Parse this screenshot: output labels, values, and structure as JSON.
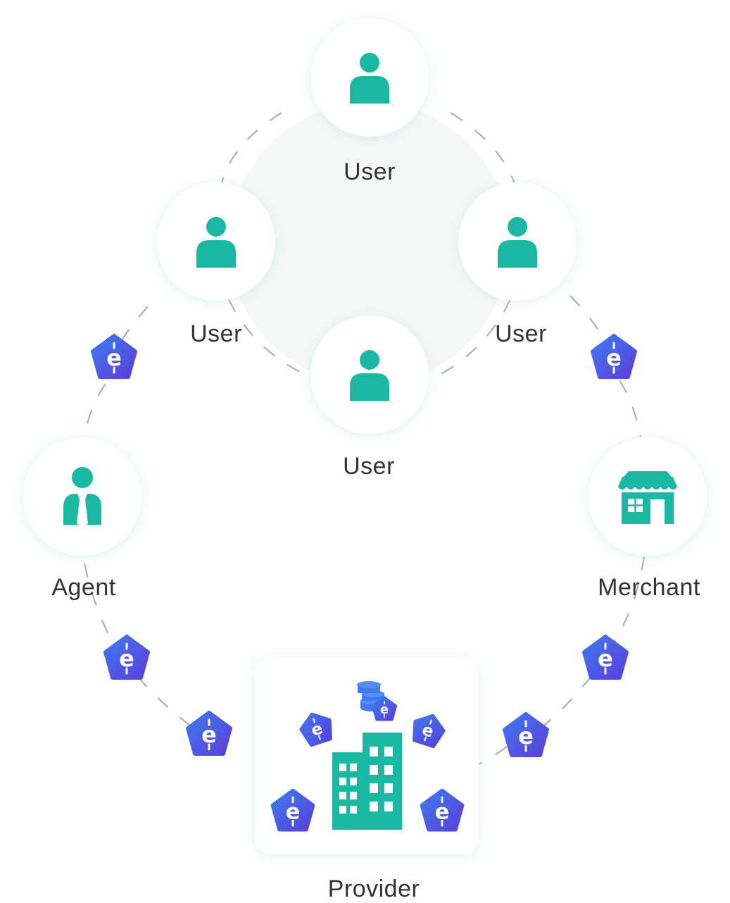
{
  "nodes": {
    "user_top": {
      "label": "User",
      "icon": "user-icon"
    },
    "user_left": {
      "label": "User",
      "icon": "user-icon"
    },
    "user_right": {
      "label": "User",
      "icon": "user-icon"
    },
    "user_bottom": {
      "label": "User",
      "icon": "user-icon"
    },
    "agent": {
      "label": "Agent",
      "icon": "agent-icon"
    },
    "merchant": {
      "label": "Merchant",
      "icon": "store-icon"
    },
    "provider": {
      "label": "Provider",
      "icon": "building-icon"
    }
  },
  "token": {
    "glyph": "e",
    "icon": "coin-token-icon"
  },
  "colors": {
    "teal": "#1ab8a2",
    "token_blue": "#3b5fe6",
    "token_purple": "#5a3fd9",
    "connector": "#a9a9a9",
    "label": "#333333",
    "hub_fill": "#f6f7f7"
  }
}
